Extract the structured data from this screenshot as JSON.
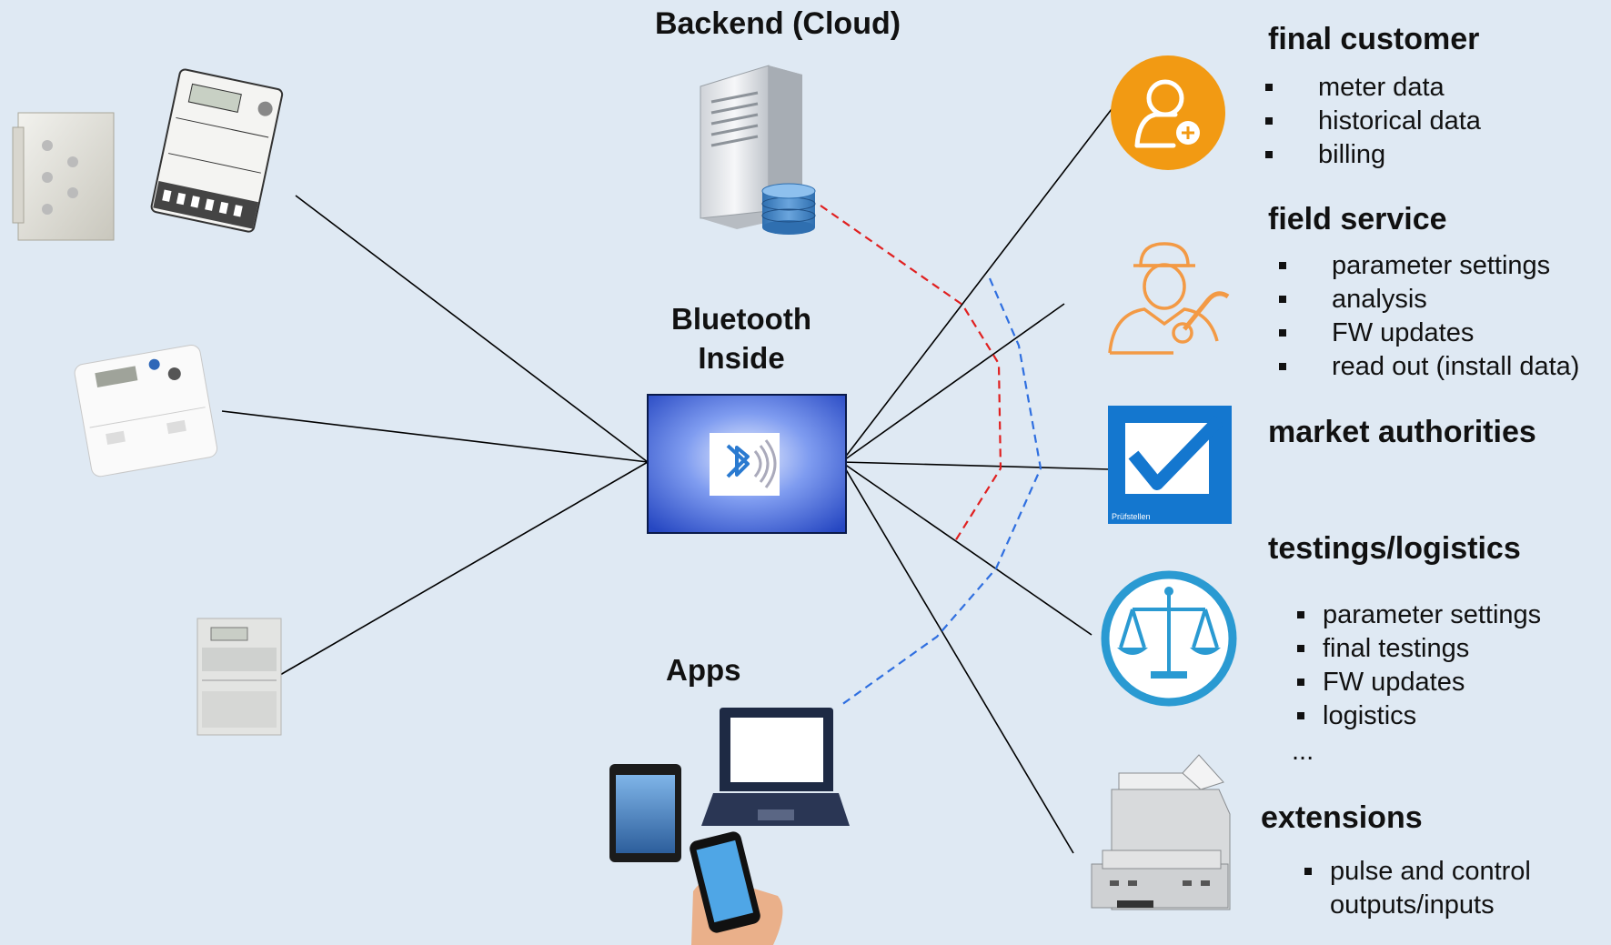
{
  "labels": {
    "backend": "Backend (Cloud)",
    "bluetooth_line1": "Bluetooth",
    "bluetooth_line2": "Inside",
    "apps": "Apps",
    "pruefstellen": "Prüfstellen"
  },
  "sections": {
    "final_customer": {
      "title": "final customer",
      "items": [
        "meter data",
        "historical data",
        "billing"
      ]
    },
    "field_service": {
      "title": "field service",
      "items": [
        "parameter settings",
        "analysis",
        "FW updates",
        "read out (install data)"
      ]
    },
    "market_authorities": {
      "title": "market authorities"
    },
    "testings_logistics": {
      "title": "testings/logistics",
      "items": [
        "parameter settings",
        "final testings",
        "FW updates",
        "logistics"
      ],
      "more": "..."
    },
    "extensions": {
      "title": "extensions",
      "item_line1": "pulse and control",
      "item_line2": "outputs/inputs"
    }
  },
  "colors": {
    "background": "#dfe9f3",
    "hub_blue": "#2a50c8",
    "orange": "#f29a13",
    "check_blue": "#1477cf",
    "scale_blue": "#2a9ad2",
    "cloud_link": "#e02020",
    "app_link": "#2f6fe0"
  },
  "icons": [
    "meter-icon",
    "server-icon",
    "database-icon",
    "bluetooth-icon",
    "user-add-icon",
    "technician-icon",
    "checkbox-icon",
    "scale-icon",
    "laptop-icon",
    "tablet-icon",
    "smartphone-icon",
    "din-module-icon"
  ]
}
